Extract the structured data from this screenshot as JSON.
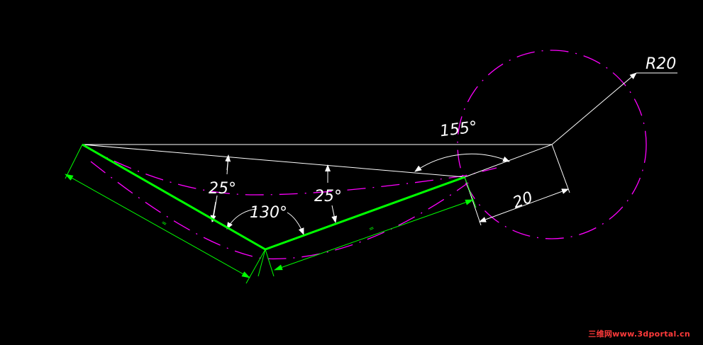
{
  "drawing": {
    "dimensions": {
      "radius_label": "R20",
      "angle_155": "155°",
      "angle_25_left": "25°",
      "angle_25_right": "25°",
      "angle_130": "130°",
      "length_20": "20"
    },
    "equal_marks": {
      "left": "=",
      "right": "="
    },
    "colors": {
      "background": "#000000",
      "bend_lines": "#00ff00",
      "construction": "#ffffff",
      "phantom": "#ff00ff",
      "dimension_green": "#00ff00"
    }
  },
  "watermark": {
    "text": "三维网www.3dportal.cn"
  }
}
